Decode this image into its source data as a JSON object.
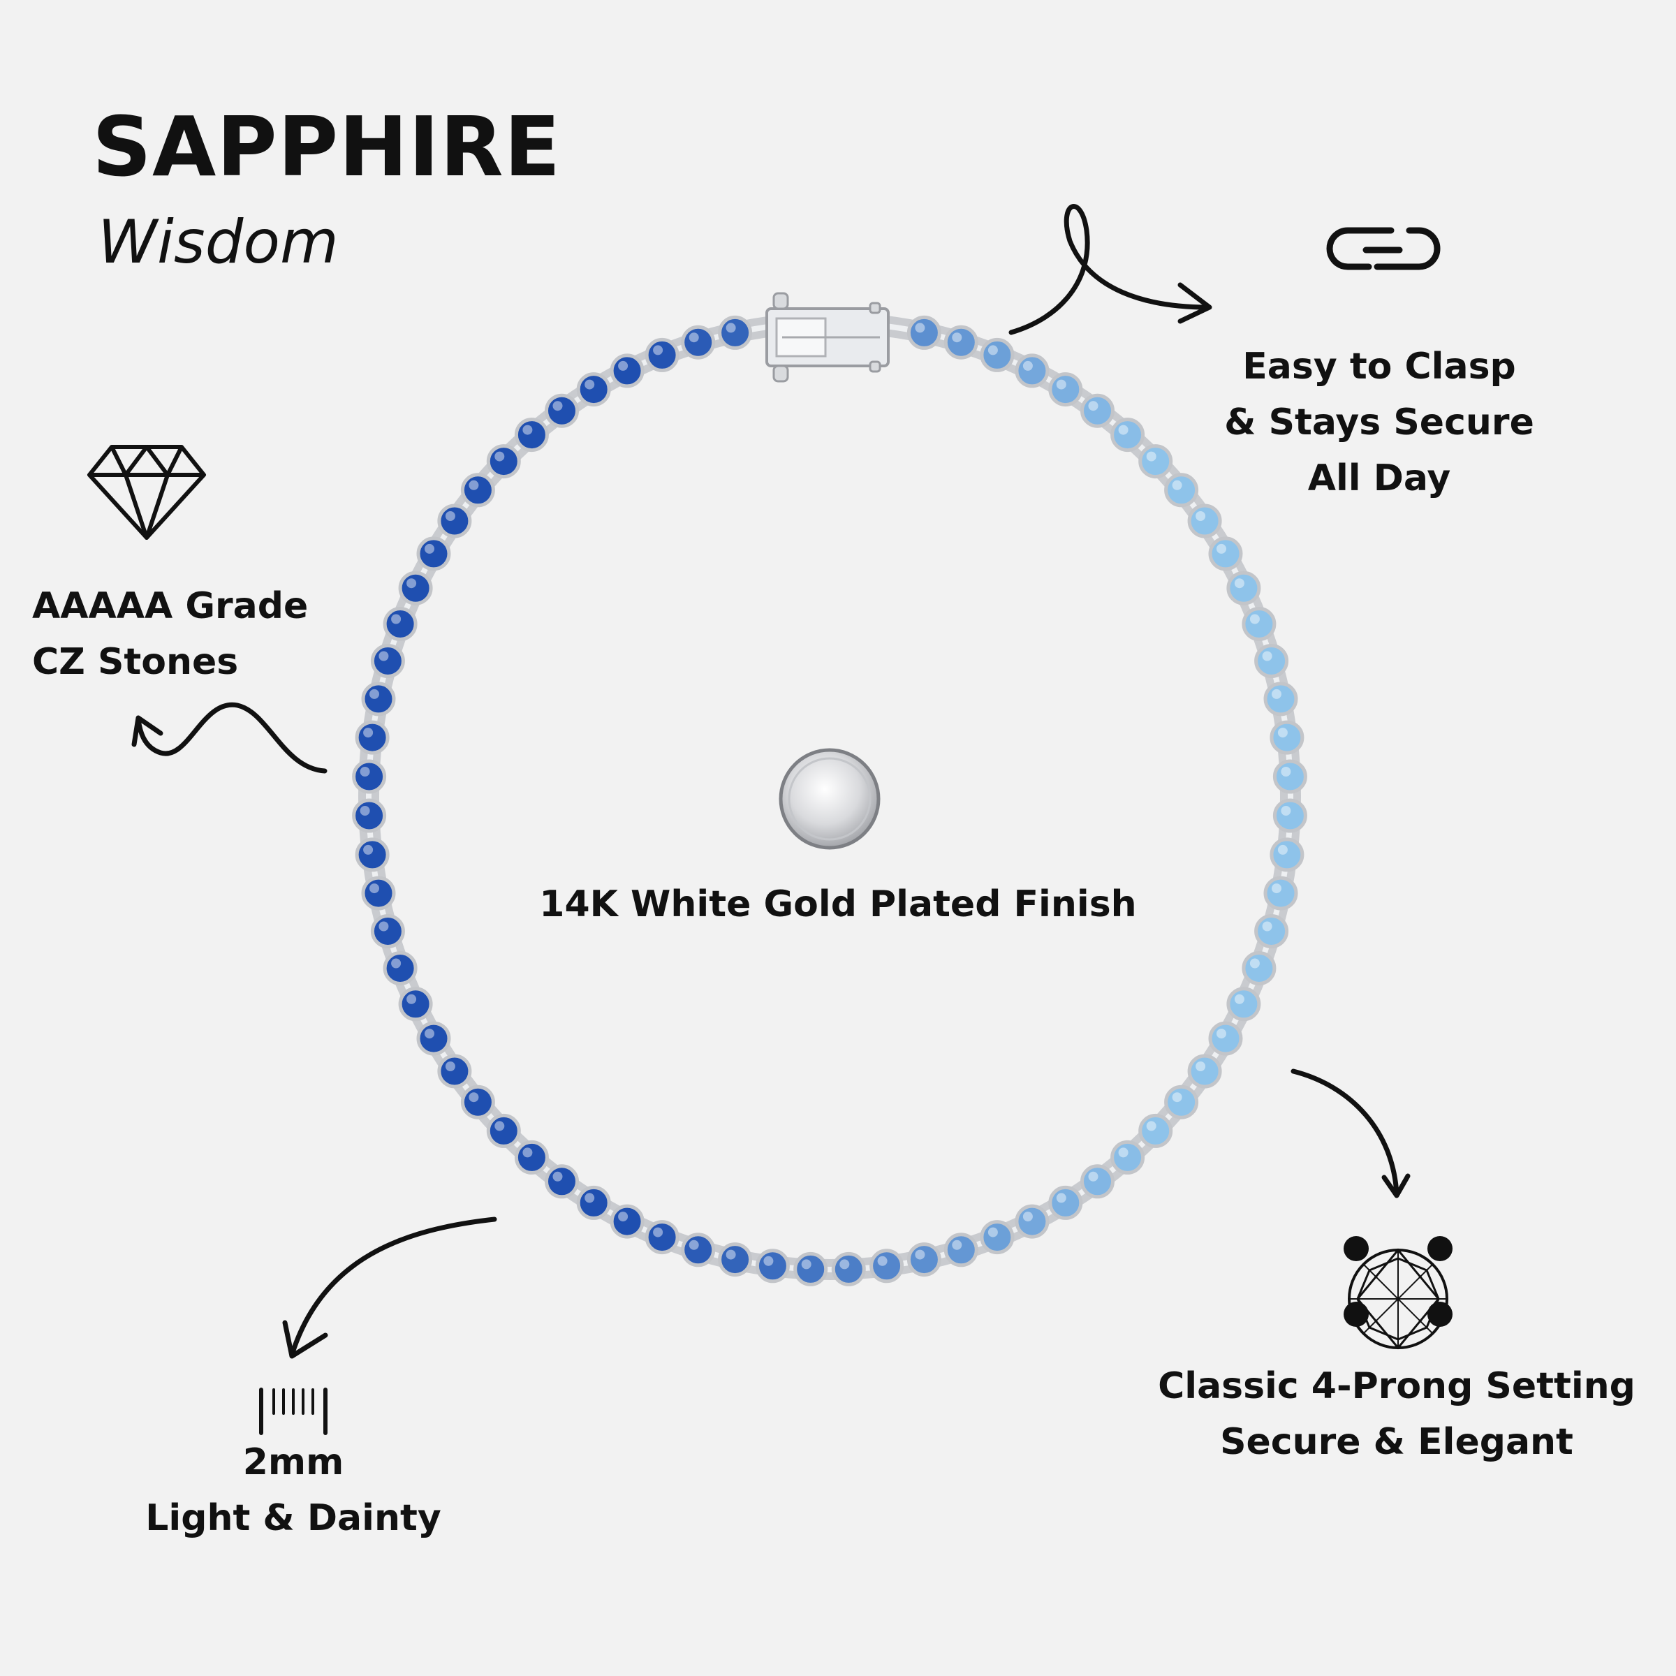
{
  "product": {
    "title": "SAPPHIRE",
    "subtitle": "Wisdom"
  },
  "features": {
    "clasp": {
      "line1": "Easy to Clasp",
      "line2": "& Stays Secure",
      "line3": "All Day",
      "icon": "chain-link-icon"
    },
    "stones": {
      "line1": "AAAAA Grade",
      "line2": "CZ Stones",
      "icon": "diamond-icon"
    },
    "finish": {
      "label": "14K White Gold Plated Finish",
      "icon": "silver-disc-icon"
    },
    "size": {
      "line1": "2mm",
      "line2": "Light & Dainty",
      "icon": "ruler-icon"
    },
    "setting": {
      "line1": "Classic 4-Prong Setting",
      "line2": "Secure & Elegant",
      "icon": "four-prong-icon"
    }
  },
  "colors": {
    "background": "#f2f2f2",
    "text": "#111111",
    "dark_stone": "#1f4fb0",
    "light_stone": "#8ec3ea",
    "metal": "#d6d8dc"
  }
}
